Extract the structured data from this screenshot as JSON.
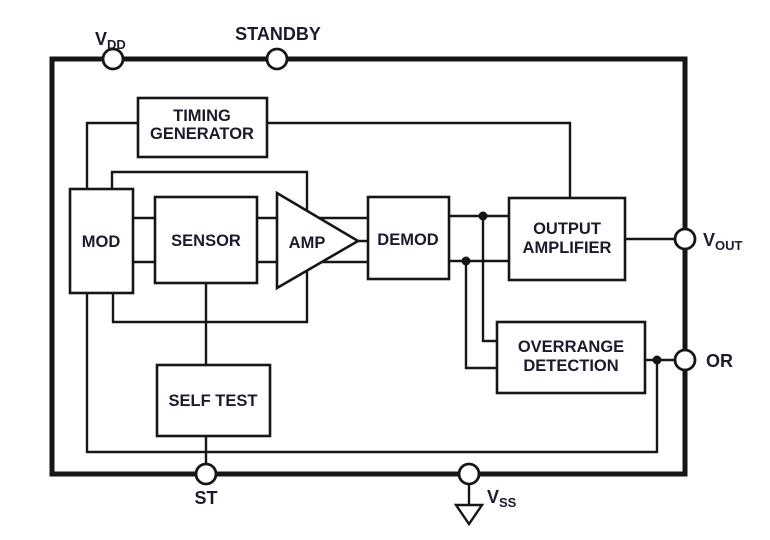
{
  "blocks": {
    "timing_generator": {
      "line1": "TIMING",
      "line2": "GENERATOR"
    },
    "mod": {
      "label": "MOD"
    },
    "sensor": {
      "label": "SENSOR"
    },
    "amp": {
      "label": "AMP"
    },
    "demod": {
      "label": "DEMOD"
    },
    "output_amplifier": {
      "line1": "OUTPUT",
      "line2": "AMPLIFIER"
    },
    "overrange_detection": {
      "line1": "OVERRANGE",
      "line2": "DETECTION"
    },
    "self_test": {
      "label": "SELF TEST"
    }
  },
  "pins": {
    "vdd": {
      "main": "V",
      "sub": "DD"
    },
    "standby": {
      "label": "STANDBY"
    },
    "vout": {
      "main": "V",
      "sub": "OUT"
    },
    "or": {
      "label": "OR"
    },
    "st": {
      "label": "ST"
    },
    "vss": {
      "main": "V",
      "sub": "SS"
    }
  },
  "colors": {
    "line": "#161616",
    "text": "#1b1b2c",
    "background": "#ffffff"
  }
}
